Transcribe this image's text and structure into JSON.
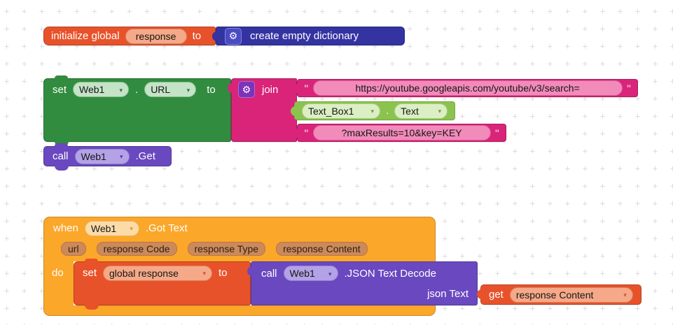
{
  "workspace": {
    "grid_plus": "+"
  },
  "colors": {
    "variable_orange": "#E8522A",
    "dictionary_blue": "#3333A2",
    "component_green": "#318C3F",
    "text_magenta": "#D92479",
    "getter_light_green": "#8CC34F",
    "procedure_purple": "#6A48C0",
    "event_gold": "#FBA72A",
    "grid_mark": "#DCDCDC"
  },
  "icons": {
    "gear": "⚙",
    "dropdown": "▾",
    "quote": "\""
  },
  "init_block": {
    "label_start": "initialize global",
    "variable": "response",
    "label_to": "to"
  },
  "dict_block": {
    "label": "create empty dictionary"
  },
  "set_url_block": {
    "label_set": "set",
    "component": "Web1",
    "dot": ".",
    "property": "URL",
    "label_to": "to"
  },
  "join_block": {
    "label": "join"
  },
  "url_string_block": {
    "value": "https://youtube.googleapis.com/youtube/v3/search="
  },
  "textbox_block": {
    "component": "Text_Box1",
    "dot": ".",
    "property": "Text"
  },
  "params_string_block": {
    "value": "?maxResults=10&key=KEY"
  },
  "call_get_block": {
    "label_call": "call",
    "component": "Web1",
    "method": ".Get"
  },
  "when_block": {
    "label_when": "when",
    "component": "Web1",
    "event": ".Got Text",
    "params": [
      "url",
      "response Code",
      "response Type",
      "response Content"
    ],
    "label_do": "do"
  },
  "set_response_block": {
    "label_set": "set",
    "variable": "global response",
    "label_to": "to"
  },
  "call_json_block": {
    "label_call": "call",
    "component": "Web1",
    "method": ".JSON Text Decode",
    "arg_label": "json Text"
  },
  "get_block": {
    "label_get": "get",
    "variable": "response Content"
  }
}
